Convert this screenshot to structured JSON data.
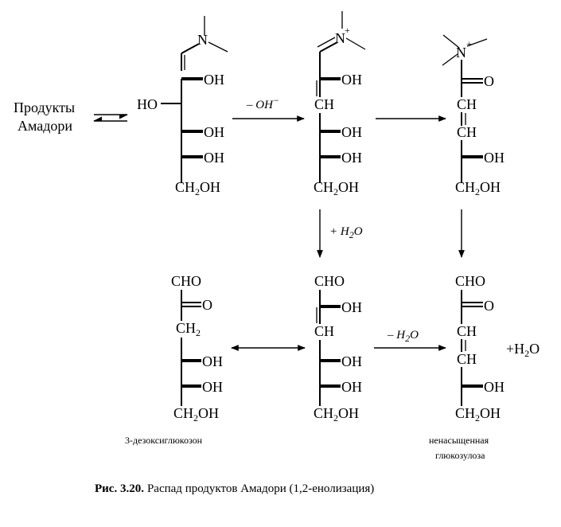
{
  "start": {
    "line1": "Продукты",
    "line2": "Амадори"
  },
  "groups": {
    "n": "N",
    "plus": "+",
    "ho": "HO",
    "oh": "OH",
    "ch": "CH",
    "cho": "CHO",
    "o": "O",
    "ch2": "CH",
    "sub2": "2",
    "ch2oh_a": "CH",
    "ch2oh_b": "OH",
    "h2o_plus": "+H",
    "h2o_o": "O"
  },
  "conditions": {
    "minus_oh": "– OH",
    "minus_oh_sup": "−",
    "plus_h2o_a": "+ H",
    "plus_h2o_b": "O",
    "minus_h2o_a": "– H",
    "minus_h2o_b": "O",
    "sub2": "2"
  },
  "labels": {
    "deoxy": "3-дезоксиглюкозон",
    "unsat_line1": "ненасыщенная",
    "unsat_line2": "глюкозулоза"
  },
  "caption": {
    "number": "Рис. 3.20.",
    "text": "Распад продуктов Амадори (1,2-енолизация)"
  }
}
